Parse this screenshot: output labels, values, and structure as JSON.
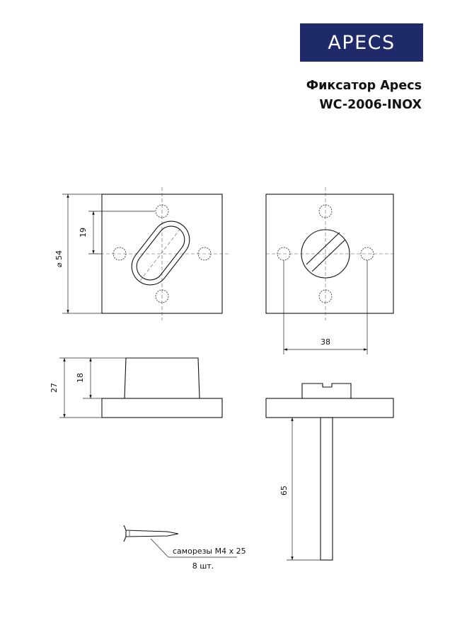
{
  "logo": {
    "text": "APECS",
    "bg_color": "#1f2a6b"
  },
  "title": {
    "line1": "Фиксатор Apecs",
    "line2": "WC-2006-INOX"
  },
  "dimensions": {
    "diameter": "⌀ 54",
    "hole_offset": "19",
    "hole_spacing": "38",
    "total_height": "27",
    "knob_height": "18",
    "rod_length": "65"
  },
  "screws": {
    "label": "саморезы М4 х 25",
    "count": "8 шт."
  }
}
